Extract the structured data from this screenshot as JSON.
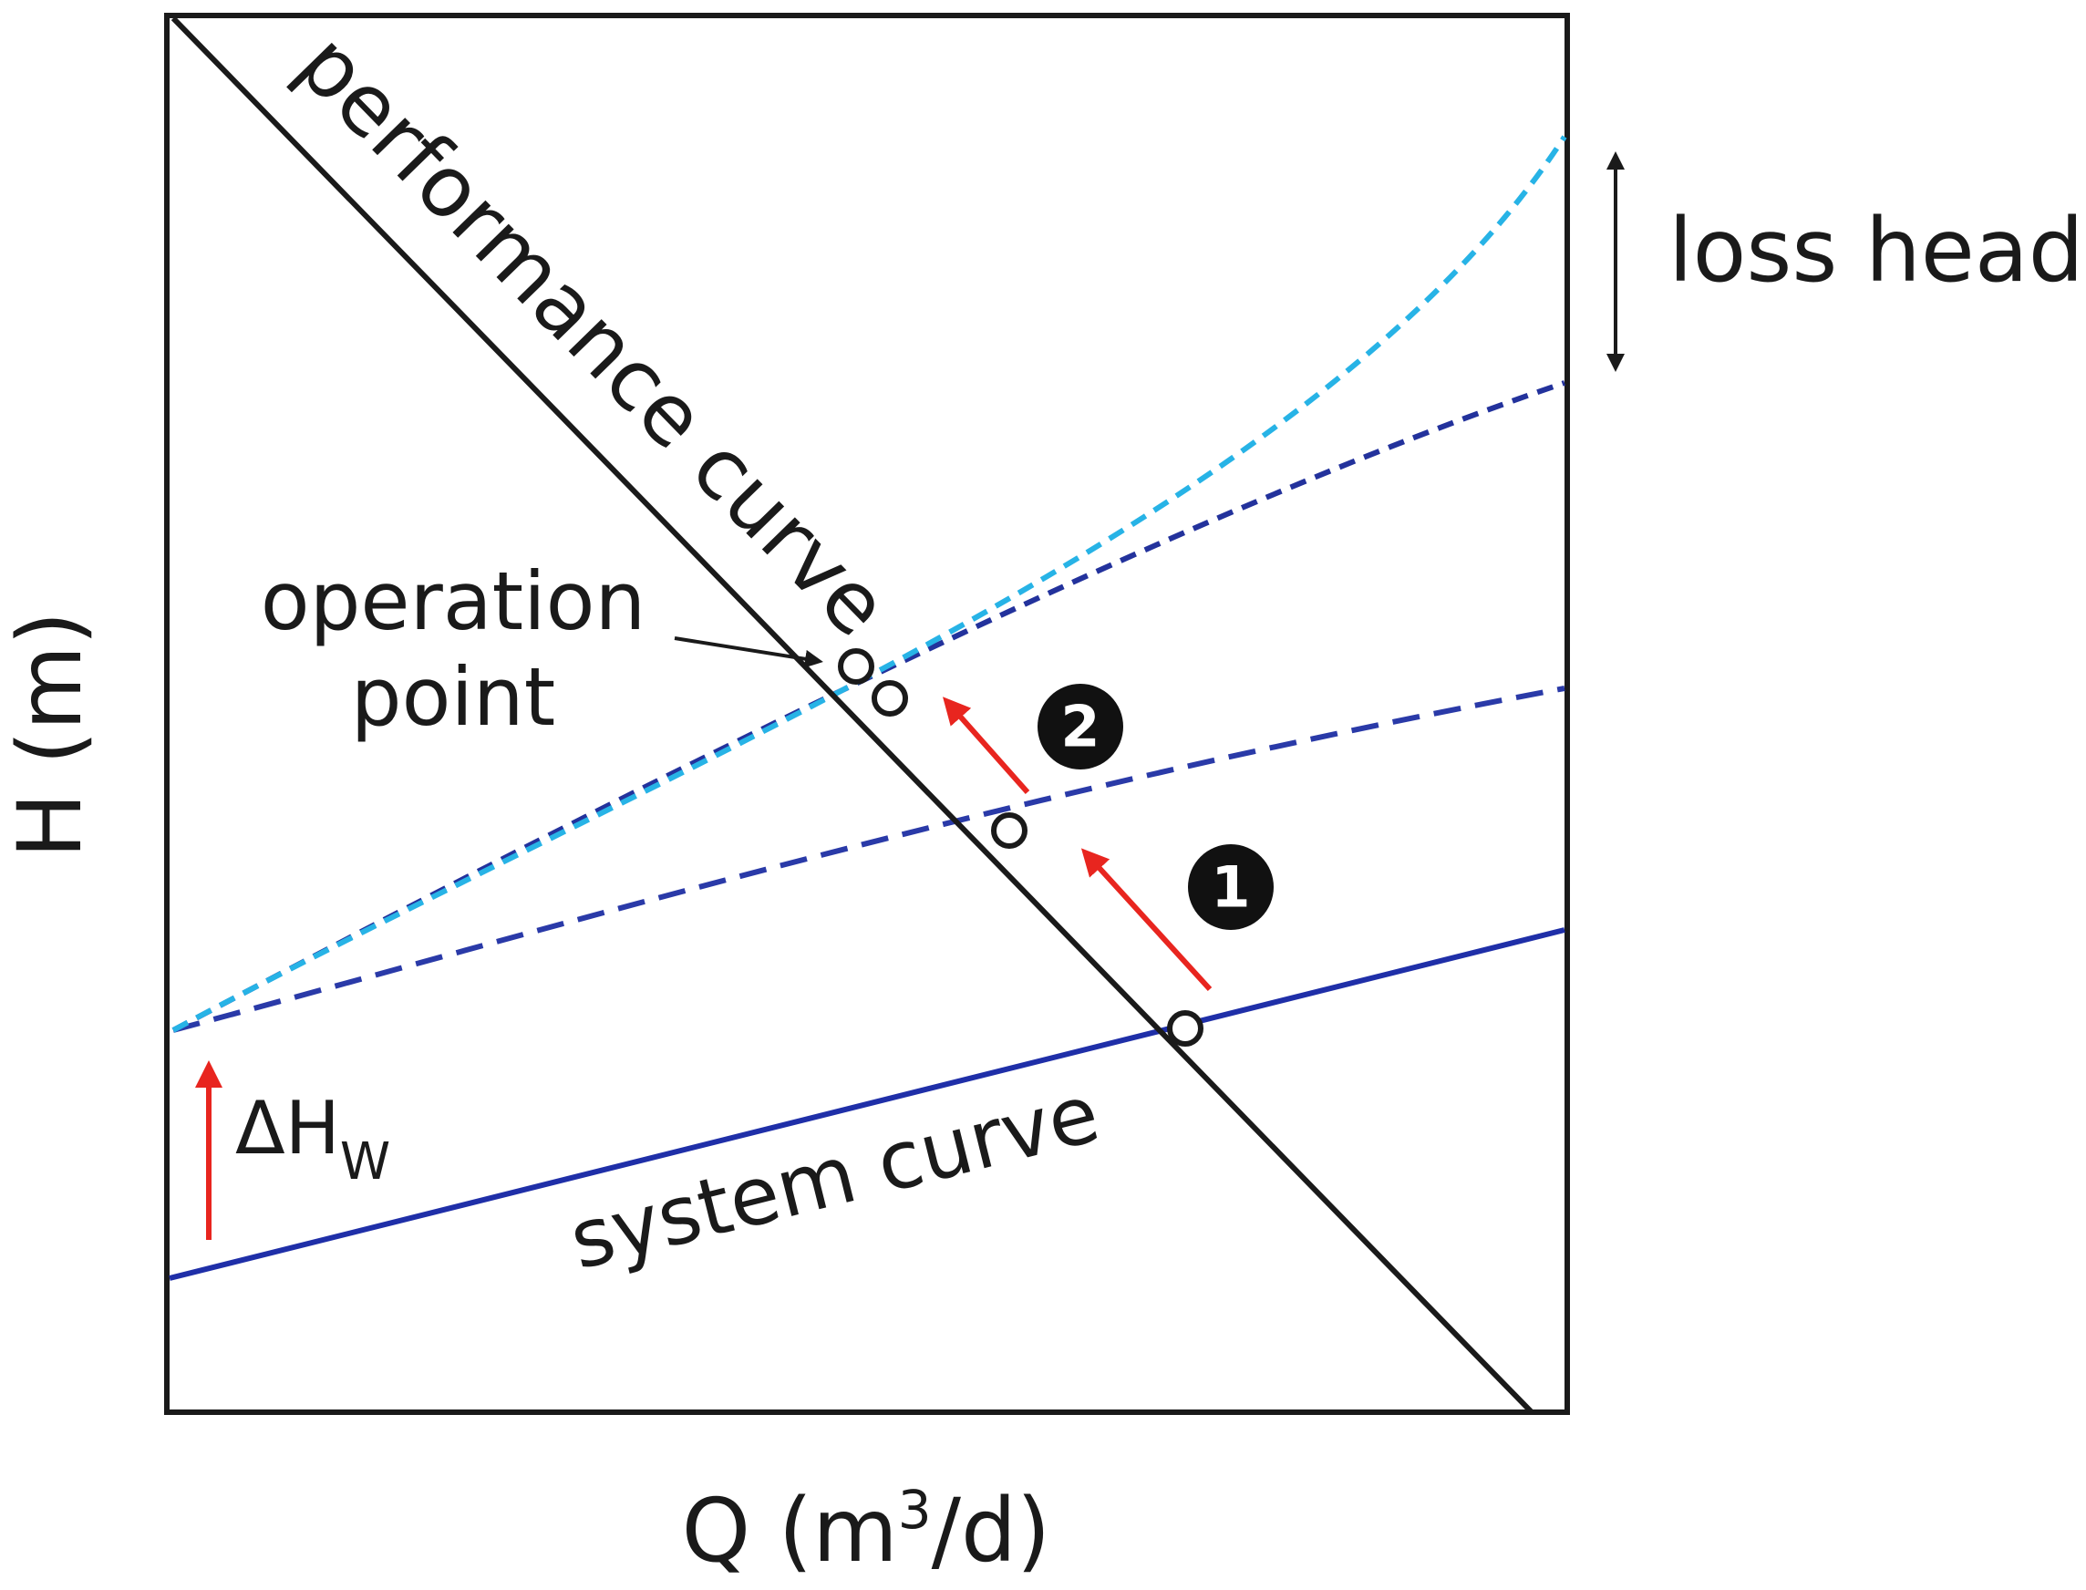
{
  "axes": {
    "y_label": "H (m)",
    "x_label_main": "Q (m",
    "x_label_sup": "3",
    "x_label_tail": "/d)"
  },
  "labels": {
    "performance_curve": "performance curve",
    "system_curve": "system curve",
    "operation_point_line1": "operation",
    "operation_point_line2": "point",
    "loss_head": "loss head",
    "delta_hw_main": "ΔH",
    "delta_hw_sub": "W"
  },
  "steps": [
    {
      "label": "1"
    },
    {
      "label": "2"
    }
  ],
  "colors": {
    "frame": "#1a1a1a",
    "performance_curve": "#1a1a1a",
    "system_curve": "#1f2fa8",
    "dashed_curve_1": "#2a3aa8",
    "dashed_curve_2": "#23329c",
    "dashed_curve_3": "#27b3e6",
    "arrow_red": "#e8251f",
    "badge": "#111111"
  }
}
